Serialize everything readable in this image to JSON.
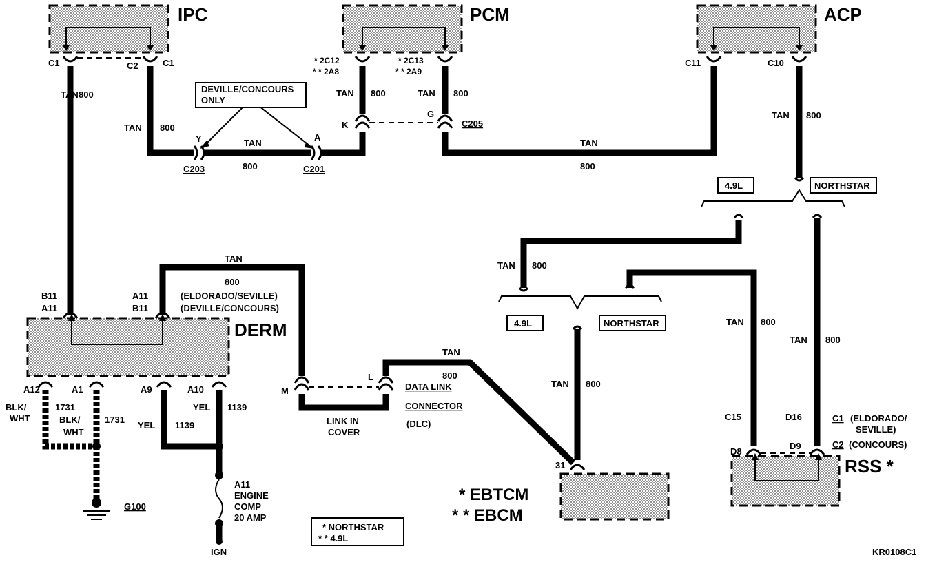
{
  "modules": {
    "ipc": "IPC",
    "pcm": "PCM",
    "acp": "ACP",
    "derm": "DERM",
    "rss": "RSS *",
    "ebtcm": "* EBTCM",
    "ebcm": "* * EBCM"
  },
  "pins": {
    "ipc_c1": "C1",
    "ipc_c2": "C2",
    "ipc_c1b": "C1",
    "pcm_left1": "* 2C12",
    "pcm_left2": "* * 2A8",
    "pcm_right1": "* 2C13",
    "pcm_right2": "* * 2A9",
    "acp_c11": "C11",
    "acp_c10": "C10",
    "k": "K",
    "g": "G",
    "y": "Y",
    "a": "A",
    "derm_b11": "B11",
    "derm_a11": "A11",
    "derm_a11b": "A11",
    "derm_b11b": "B11",
    "derm_a12": "A12",
    "derm_a1": "A1",
    "derm_a9": "A9",
    "derm_a10": "A10",
    "m": "M",
    "l": "L",
    "pin31": "31",
    "c15": "C15",
    "d16": "D16",
    "d8": "D8",
    "d9": "D9",
    "rss_c1": "C1",
    "rss_c2": "C2"
  },
  "connectors": {
    "c203": "C203",
    "c201": "C201",
    "c205": "C205",
    "g100": "G100"
  },
  "wire": {
    "tan": "TAN",
    "circuit": "800",
    "blk_wht": "BLK/WHT",
    "blk_a": "BLK/",
    "wht_a": "WHT",
    "c1731": "1731",
    "yel": "YEL",
    "c1139": "1139"
  },
  "notes": {
    "deville_line1": "DEVILLE/CONCOURS",
    "deville_line2": "ONLY",
    "eld_sev": "(ELDORADO/SEVILLE)",
    "dev_con": "(DEVILLE/CONCOURS)",
    "l49": "4.9L",
    "northstar": "NORTHSTAR",
    "link1": "LINK IN",
    "link2": "COVER",
    "dlc1": "DATA LINK",
    "dlc2": "CONNECTOR",
    "dlc3": "(DLC)",
    "fuse1": "A11",
    "fuse2": "ENGINE",
    "fuse3": "COMP",
    "fuse4": "20 AMP",
    "ign": "IGN",
    "rss_eld1": "(ELDORADO/",
    "rss_eld2": "SEVILLE)",
    "rss_con": "(CONCOURS)",
    "legend1": "* NORTHSTAR",
    "legend2": "* * 4.9L",
    "figure_id": "KR0108C1"
  }
}
